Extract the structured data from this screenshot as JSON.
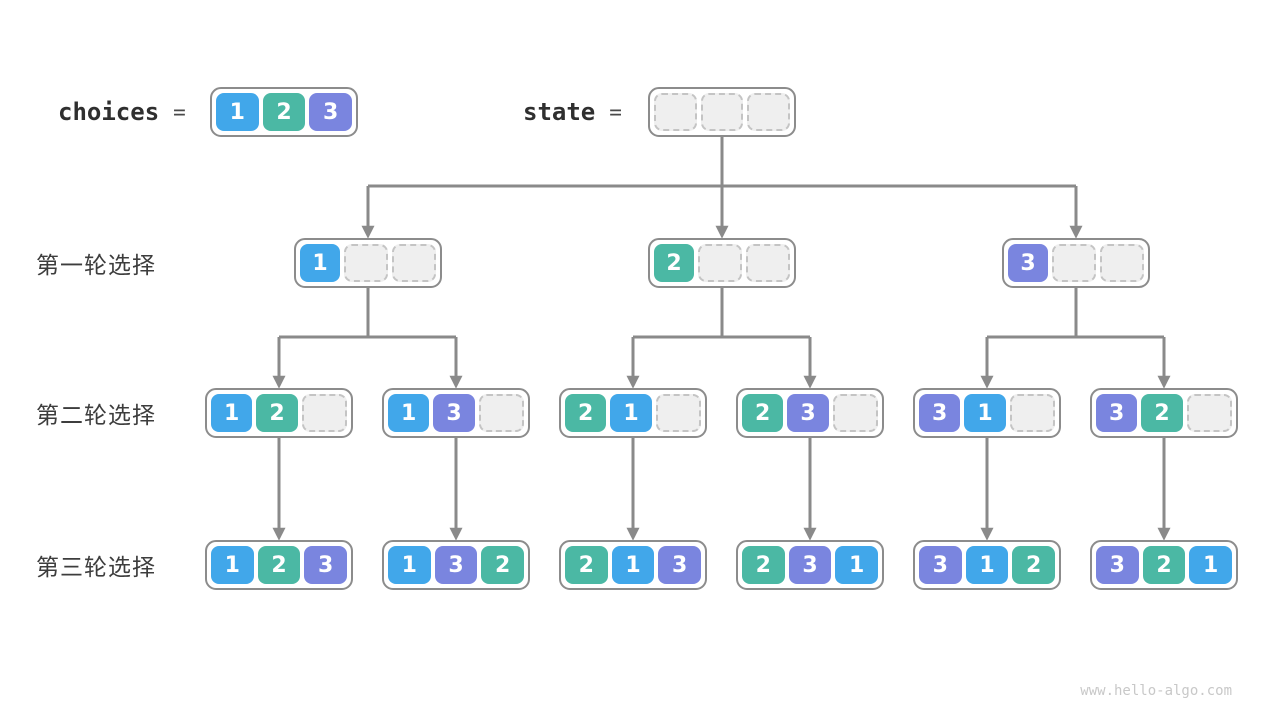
{
  "header": {
    "choices_label": "choices",
    "choices_equals": "=",
    "choices_values": [
      1,
      2,
      3
    ],
    "state_label": "state",
    "state_equals": "=",
    "state_slots": 3
  },
  "rows": [
    {
      "label": "第一轮选择",
      "nodes": [
        [
          1,
          null,
          null
        ],
        [
          2,
          null,
          null
        ],
        [
          3,
          null,
          null
        ]
      ]
    },
    {
      "label": "第二轮选择",
      "nodes": [
        [
          1,
          2,
          null
        ],
        [
          1,
          3,
          null
        ],
        [
          2,
          1,
          null
        ],
        [
          2,
          3,
          null
        ],
        [
          3,
          1,
          null
        ],
        [
          3,
          2,
          null
        ]
      ]
    },
    {
      "label": "第三轮选择",
      "nodes": [
        [
          1,
          2,
          3
        ],
        [
          1,
          3,
          2
        ],
        [
          2,
          1,
          3
        ],
        [
          2,
          3,
          1
        ],
        [
          3,
          1,
          2
        ],
        [
          3,
          2,
          1
        ]
      ]
    }
  ],
  "colors": {
    "value_1": "#41a7ea",
    "value_2": "#4bb8a4",
    "value_3": "#7a85df",
    "empty_fill": "#efefef",
    "empty_border": "#c4c4c4",
    "box_border": "#8c8c8c",
    "line": "#8a8a8a"
  },
  "watermark": "www.hello-algo.com"
}
